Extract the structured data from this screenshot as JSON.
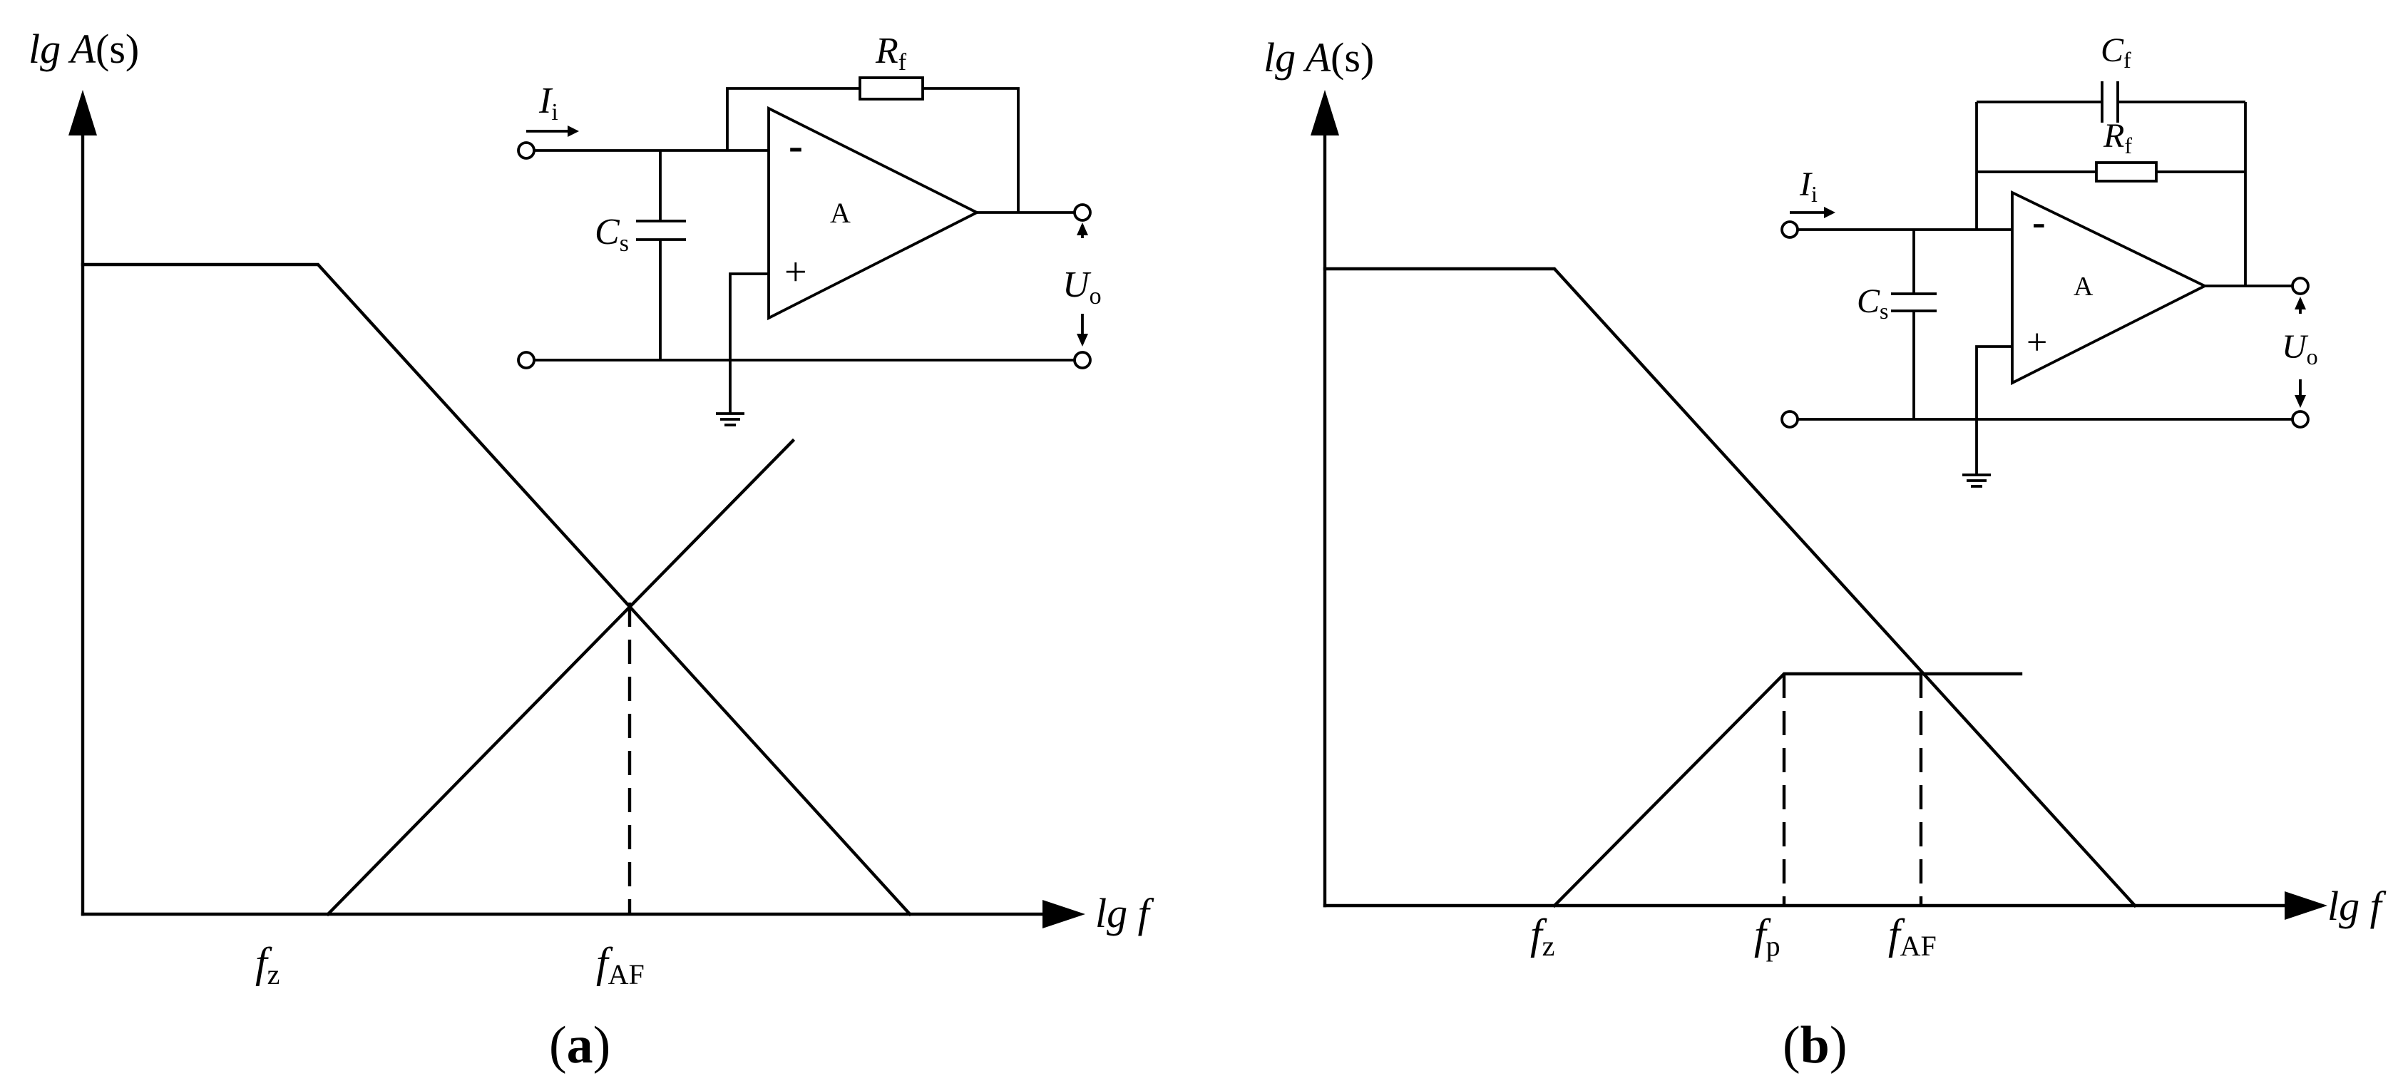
{
  "panel_a": {
    "y_axis": {
      "pre": "lg ",
      "var": "A",
      "post": "(s)"
    },
    "x_axis": {
      "pre": "lg ",
      "var": "f"
    },
    "ticks": [
      {
        "var": "f",
        "sub": "z"
      },
      {
        "var": "f",
        "sub": "AF"
      }
    ],
    "circuit": {
      "input": {
        "var": "I",
        "sub": "i"
      },
      "feedback_resistor": {
        "var": "R",
        "sub": "f"
      },
      "source_capacitor": {
        "var": "C",
        "sub": "s"
      },
      "amp": "A",
      "minus": "-",
      "plus": "+",
      "output": {
        "var": "U",
        "sub": "o"
      }
    },
    "caption": {
      "open": "(",
      "letter": "a",
      "close": ")"
    }
  },
  "panel_b": {
    "y_axis": {
      "pre": "lg ",
      "var": "A",
      "post": "(s)"
    },
    "x_axis": {
      "pre": "lg ",
      "var": "f"
    },
    "ticks": [
      {
        "var": "f",
        "sub": "z"
      },
      {
        "var": "f",
        "sub": "p"
      },
      {
        "var": "f",
        "sub": "AF"
      }
    ],
    "circuit": {
      "input": {
        "var": "I",
        "sub": "i"
      },
      "feedback_capacitor": {
        "var": "C",
        "sub": "f"
      },
      "feedback_resistor": {
        "var": "R",
        "sub": "f"
      },
      "source_capacitor": {
        "var": "C",
        "sub": "s"
      },
      "amp": "A",
      "minus": "-",
      "plus": "+",
      "output": {
        "var": "U",
        "sub": "o"
      }
    },
    "caption": {
      "open": "(",
      "letter": "b",
      "close": ")"
    }
  }
}
